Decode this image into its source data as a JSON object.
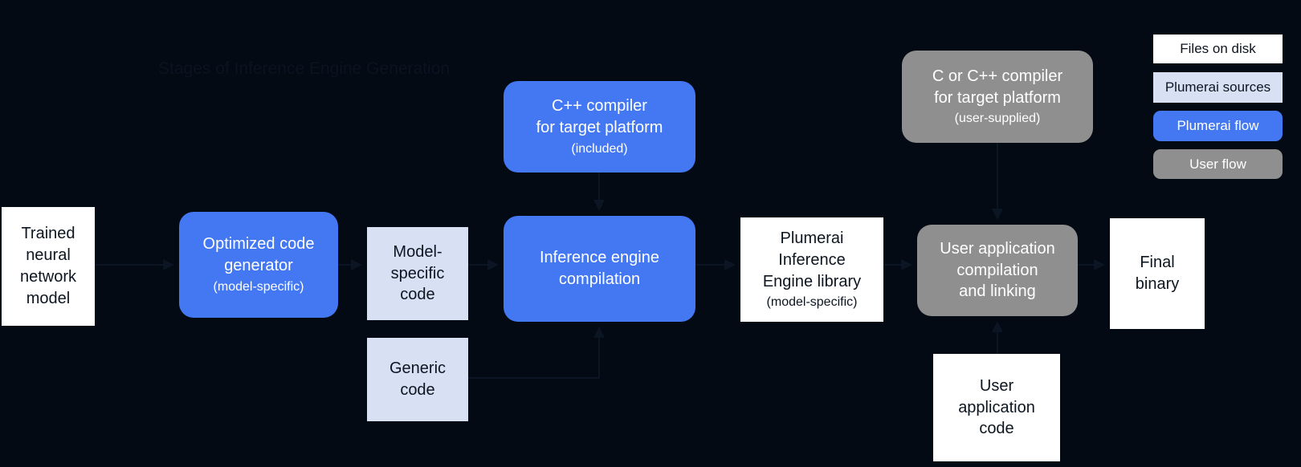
{
  "title": "Stages of Inference Engine Generation",
  "colors": {
    "background": "#030A13",
    "plumerai_flow_blue": "#4478F2",
    "plumerai_sources_lightblue": "#D8E1F4",
    "user_flow_gray": "#8F8F8F",
    "files_on_disk_white": "#FFFFFF",
    "dark_text": "#0D1520",
    "arrow": "#0B1523"
  },
  "nodes": {
    "trained": {
      "label": "Trained\nneural\nnetwork\nmodel",
      "type": "files-on-disk"
    },
    "optimized": {
      "label": "Optimized code\ngenerator",
      "sub": "(model-specific)",
      "type": "plumerai-flow"
    },
    "model_specific": {
      "label": "Model-\nspecific\ncode",
      "type": "plumerai-sources"
    },
    "generic": {
      "label": "Generic\ncode",
      "type": "plumerai-sources"
    },
    "cpp_included": {
      "label": "C++ compiler\nfor target platform",
      "sub": "(included)",
      "type": "plumerai-flow"
    },
    "inference_compilation": {
      "label": "Inference engine\ncompilation",
      "type": "plumerai-flow"
    },
    "library": {
      "label": "Plumerai\nInference\nEngine library",
      "sub": "(model-specific)",
      "type": "files-on-disk"
    },
    "user_compiler": {
      "label": "C or C++ compiler\nfor target platform",
      "sub": "(user-supplied)",
      "type": "user-flow"
    },
    "user_compilation": {
      "label": "User application\ncompilation\nand linking",
      "type": "user-flow"
    },
    "final_binary": {
      "label": "Final\nbinary",
      "type": "files-on-disk"
    },
    "user_code": {
      "label": "User\napplication\ncode",
      "type": "files-on-disk"
    }
  },
  "edges": [
    {
      "from": "trained",
      "to": "optimized"
    },
    {
      "from": "optimized",
      "to": "model_specific"
    },
    {
      "from": "model_specific",
      "to": "inference_compilation"
    },
    {
      "from": "generic",
      "to": "inference_compilation"
    },
    {
      "from": "cpp_included",
      "to": "inference_compilation"
    },
    {
      "from": "inference_compilation",
      "to": "library"
    },
    {
      "from": "library",
      "to": "user_compilation"
    },
    {
      "from": "user_compiler",
      "to": "user_compilation"
    },
    {
      "from": "user_code",
      "to": "user_compilation"
    },
    {
      "from": "user_compilation",
      "to": "final_binary"
    }
  ],
  "legend": {
    "items": [
      {
        "label": "Files on disk",
        "type": "files-on-disk"
      },
      {
        "label": "Plumerai sources",
        "type": "plumerai-sources"
      },
      {
        "label": "Plumerai flow",
        "type": "plumerai-flow"
      },
      {
        "label": "User flow",
        "type": "user-flow"
      }
    ]
  }
}
